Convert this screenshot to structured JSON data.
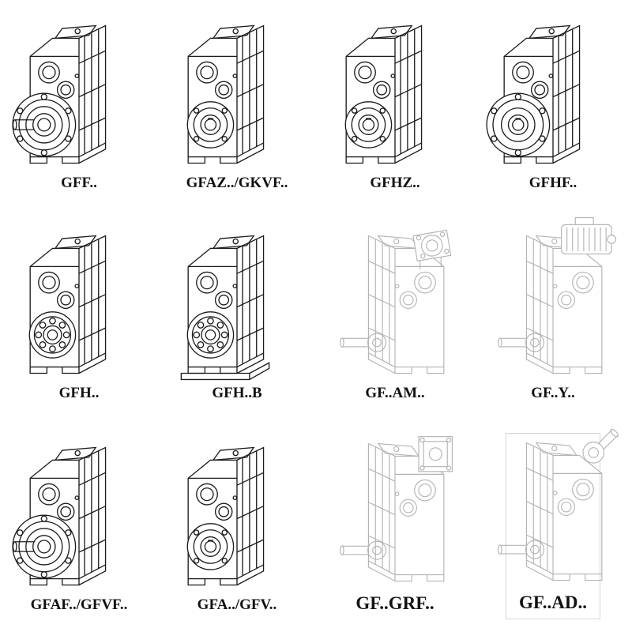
{
  "page": {
    "background": "#ffffff",
    "ink_color": "#1c1c1c",
    "light_drawing_color": "#b4b4b4"
  },
  "cells": [
    {
      "label": "GFF..",
      "drawing": "gearbox-flange-shaft"
    },
    {
      "label": "GFAZ../GKVF..",
      "drawing": "gearbox-hollow-shaft"
    },
    {
      "label": "GFHZ..",
      "drawing": "gearbox-hollow-shaft"
    },
    {
      "label": "GFHF..",
      "drawing": "gearbox-flange-hollow"
    },
    {
      "label": "GFH..",
      "drawing": "gearbox-foot-bearing"
    },
    {
      "label": "GFH..B",
      "drawing": "gearbox-foot-bearing-base"
    },
    {
      "label": "GF..AM..",
      "drawing": "gearbox-iec-adapter"
    },
    {
      "label": "GF..Y..",
      "drawing": "gearbox-with-motor"
    },
    {
      "label": "GFAF../GFVF..",
      "drawing": "gearbox-flange-shaft"
    },
    {
      "label": "GFA../GFV..",
      "drawing": "gearbox-hollow-shaft"
    },
    {
      "label": "GF..GRF..",
      "drawing": "gearbox-gear-adapter"
    },
    {
      "label": "GF..AD..",
      "drawing": "gearbox-input-shaft-adapter"
    }
  ]
}
